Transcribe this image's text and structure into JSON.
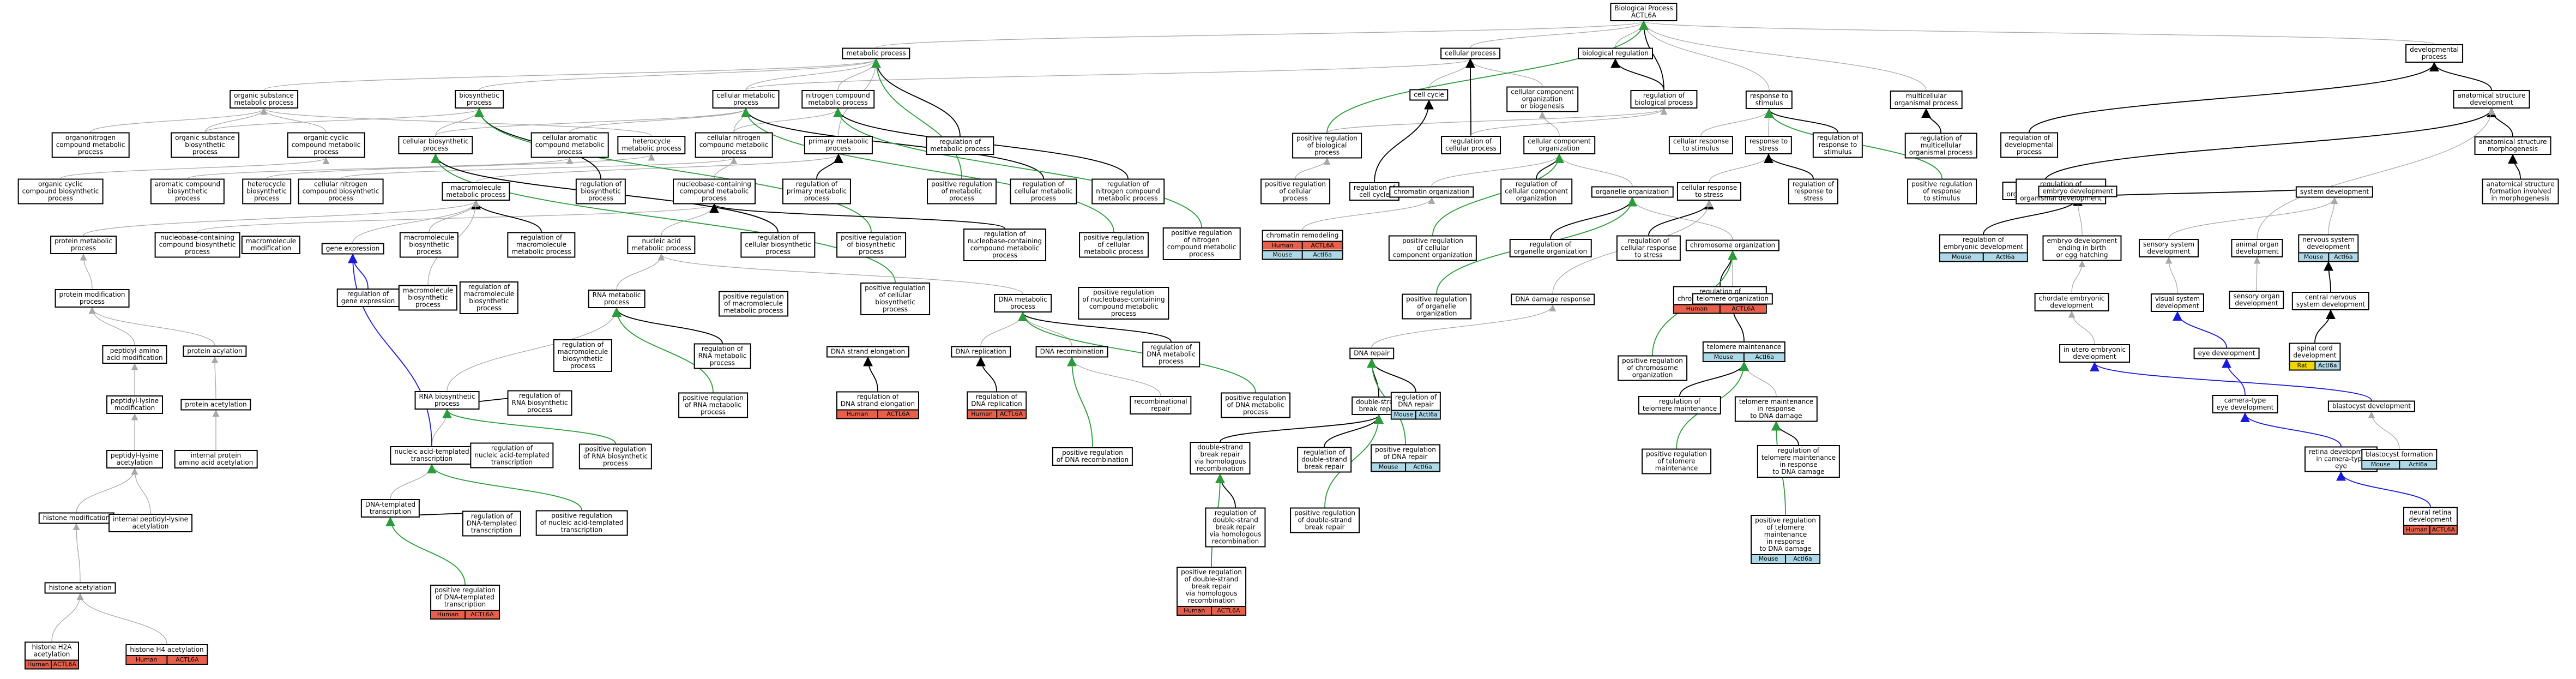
{
  "colors": {
    "human": "#E8604C",
    "mouse": "#ADD8E6",
    "rat": "#F2D600",
    "edge_is_a": "#a8a8a8",
    "edge_part_of": "#000000",
    "edge_positively_regulates": "#2a9d3a",
    "edge_negatively_regulates": "#d03030",
    "edge_regulates": "#1a1adc"
  },
  "nodes": [
    {
      "id": "bp",
      "label": "Biological Process\nACTL6A"
    },
    {
      "id": "metabolic",
      "label": "metabolic process"
    },
    {
      "id": "cellular_process",
      "label": "cellular process"
    },
    {
      "id": "bio_reg",
      "label": "biological regulation"
    },
    {
      "id": "reg_bio",
      "label": "regulation of\nbiological process"
    },
    {
      "id": "resp_stim",
      "label": "response to\nstimulus"
    },
    {
      "id": "multi_org",
      "label": "multicellular\norganismal process"
    },
    {
      "id": "dev_proc",
      "label": "developmental\nprocess"
    },
    {
      "id": "org_sub",
      "label": "organic substance\nmetabolic process"
    },
    {
      "id": "biosynth",
      "label": "biosynthetic\nprocess"
    },
    {
      "id": "cell_met",
      "label": "cellular metabolic\nprocess"
    },
    {
      "id": "nitrogen",
      "label": "nitrogen compound\nmetabolic process"
    },
    {
      "id": "cell_cycle",
      "label": "cell cycle"
    },
    {
      "id": "cc_org",
      "label": "cellular component\norganization\nor biogenesis"
    },
    {
      "id": "anat_dev",
      "label": "anatomical structure\ndevelopment"
    },
    {
      "id": "organonitrogen",
      "label": "organonitrogen\ncompound metabolic\nprocess"
    },
    {
      "id": "org_sub_bio",
      "label": "organic substance\nbiosynthetic\nprocess"
    },
    {
      "id": "org_cyclic",
      "label": "organic cyclic\ncompound metabolic\nprocess"
    },
    {
      "id": "cell_biosyn",
      "label": "cellular biosynthetic\nprocess"
    },
    {
      "id": "cell_arom",
      "label": "cellular aromatic\ncompound metabolic\nprocess"
    },
    {
      "id": "heterocycle",
      "label": "heterocycle\nmetabolic process"
    },
    {
      "id": "cell_nitro",
      "label": "cellular nitrogen\ncompound metabolic\nprocess"
    },
    {
      "id": "prim_met",
      "label": "primary metabolic\nprocess"
    },
    {
      "id": "reg_met",
      "label": "regulation of\nmetabolic process"
    },
    {
      "id": "pos_reg_bio",
      "label": "positive regulation\nof biological\nprocess"
    },
    {
      "id": "reg_cell_proc",
      "label": "regulation of\ncellular process"
    },
    {
      "id": "cc_organization",
      "label": "cellular component\norganization"
    },
    {
      "id": "cell_resp_stim",
      "label": "cellular response\nto stimulus"
    },
    {
      "id": "resp_stress",
      "label": "response to\nstress"
    },
    {
      "id": "reg_resp_stim",
      "label": "regulation of\nresponse to\nstimulus"
    },
    {
      "id": "reg_multi_org",
      "label": "regulation of\nmulticellular\norganismal process"
    },
    {
      "id": "reg_dev",
      "label": "regulation of\ndevelopmental\nprocess"
    },
    {
      "id": "multi_org_dev",
      "label": "multicellular\norganism development"
    },
    {
      "id": "anat_morph",
      "label": "anatomical structure\nmorphogenesis"
    },
    {
      "id": "org_cyc_bio",
      "label": "organic cyclic\ncompound biosynthetic\nprocess"
    },
    {
      "id": "arom_bio",
      "label": "aromatic compound\nbiosynthetic\nprocess"
    },
    {
      "id": "hetero_bio",
      "label": "heterocycle\nbiosynthetic\nprocess"
    },
    {
      "id": "cell_nitro_bio",
      "label": "cellular nitrogen\ncompound biosynthetic\nprocess"
    },
    {
      "id": "macromol",
      "label": "macromolecule\nmetabolic process"
    },
    {
      "id": "reg_cell_bio",
      "label": "regulation of\nbiosynthetic\nprocess"
    },
    {
      "id": "nucleobase",
      "label": "nucleobase-containing\ncompound metabolic\nprocess"
    },
    {
      "id": "reg_prim_met",
      "label": "regulation of\nprimary metabolic\nprocess"
    },
    {
      "id": "pos_reg_met",
      "label": "positive regulation\nof metabolic\nprocess"
    },
    {
      "id": "reg_cell_met",
      "label": "regulation of\ncellular metabolic\nprocess"
    },
    {
      "id": "reg_nitro_met",
      "label": "regulation of\nnitrogen compound\nmetabolic process"
    },
    {
      "id": "pos_reg_cell_proc",
      "label": "positive regulation\nof cellular\nprocess"
    },
    {
      "id": "reg_cell_cycle",
      "label": "regulation of\ncell cycle"
    },
    {
      "id": "chromatin_org",
      "label": "chromatin organization"
    },
    {
      "id": "reg_cc_org",
      "label": "regulation of\ncellular component\norganization"
    },
    {
      "id": "organelle_org",
      "label": "organelle organization"
    },
    {
      "id": "cell_resp_stress",
      "label": "cellular response\nto stress"
    },
    {
      "id": "reg_resp_stress",
      "label": "regulation of\nresponse to\nstress"
    },
    {
      "id": "pos_reg_resp_stim",
      "label": "positive regulation\nof response\nto stimulus"
    },
    {
      "id": "reg_multi_org_dev",
      "label": "regulation of\nmulticellular\norganismal development"
    },
    {
      "id": "embryo_dev",
      "label": "embryo development"
    },
    {
      "id": "system_dev",
      "label": "system development"
    },
    {
      "id": "anat_form",
      "label": "anatomical structure\nformation involved\nin morphogenesis"
    },
    {
      "id": "nucleobase_bio",
      "label": "nucleobase-containing\ncompound biosynthetic\nprocess"
    },
    {
      "id": "protein_met",
      "label": "protein metabolic\nprocess"
    },
    {
      "id": "macromol_mod",
      "label": "macromolecule\nmodification"
    },
    {
      "id": "macromol_bio",
      "label": "macromolecule\nbiosynthetic\nprocess"
    },
    {
      "id": "reg_macromol_met",
      "label": "regulation of\nmacromolecule\nmetabolic process"
    },
    {
      "id": "nucleic_acid",
      "label": "nucleic acid\nmetabolic process"
    },
    {
      "id": "reg_cell_biosyn",
      "label": "regulation of\ncellular biosynthetic\nprocess"
    },
    {
      "id": "pos_reg_bio_proc",
      "label": "positive regulation\nof biosynthetic\nprocess"
    },
    {
      "id": "reg_nucleobase",
      "label": "regulation of\nnucleobase-containing\ncompound metabolic\nprocess"
    },
    {
      "id": "pos_reg_cell_met",
      "label": "positive regulation\nof cellular\nmetabolic process"
    },
    {
      "id": "pos_reg_nitro",
      "label": "positive regulation\nof nitrogen\ncompound metabolic\nprocess"
    },
    {
      "id": "chromatin_remodel",
      "label": "chromatin remodeling",
      "tags": [
        "Human",
        "ACTL6A",
        "Mouse",
        "Actl6a"
      ]
    },
    {
      "id": "pos_reg_cc_org",
      "label": "positive regulation\nof cellular\ncomponent organization"
    },
    {
      "id": "reg_organelle_org",
      "label": "regulation of\norganelle organization"
    },
    {
      "id": "reg_cell_resp_stress",
      "label": "regulation of\ncellular response\nto stress"
    },
    {
      "id": "chromosome_org",
      "label": "chromosome organization"
    },
    {
      "id": "reg_embryonic_dev",
      "label": "regulation of\nembryonic development",
      "tags": [
        "Mouse",
        "Actl6a"
      ]
    },
    {
      "id": "embryo_dev_ending",
      "label": "embryo development\nending in birth\nor egg hatching"
    },
    {
      "id": "sensory_dev",
      "label": "sensory system\ndevelopment"
    },
    {
      "id": "animal_organ_dev",
      "label": "animal organ\ndevelopment"
    },
    {
      "id": "nervous_dev",
      "label": "nervous system\ndevelopment",
      "tags": [
        "Mouse",
        "Actl6a"
      ]
    },
    {
      "id": "protein_mod",
      "label": "protein modification\nprocess"
    },
    {
      "id": "gene_expr",
      "label": "gene expression"
    },
    {
      "id": "macromol_bio2",
      "label": "macromolecule\nbiosynthetic\nprocess"
    },
    {
      "id": "reg_macromol_bio",
      "label": "regulation of\nmacromolecule\nbiosynthetic\nprocess"
    },
    {
      "id": "rna_met",
      "label": "RNA metabolic\nprocess"
    },
    {
      "id": "pos_reg_cell_biosyn",
      "label": "positive regulation\nof cellular\nbiosynthetic\nprocess"
    },
    {
      "id": "pos_reg_macromol_met",
      "label": "positive regulation\nof macromolecule\nmetabolic process"
    },
    {
      "id": "dna_met",
      "label": "DNA metabolic\nprocess"
    },
    {
      "id": "pos_reg_nucleobase",
      "label": "positive regulation\nof nucleobase-containing\ncompound metabolic\nprocess"
    },
    {
      "id": "pos_reg_organelle_org",
      "label": "positive regulation\nof organelle\norganization"
    },
    {
      "id": "dna_damage_resp",
      "label": "DNA damage response"
    },
    {
      "id": "reg_chromosome_org",
      "label": "regulation of\nchromosome organization",
      "tags": [
        "Human",
        "ACTL6A"
      ]
    },
    {
      "id": "telomere_org",
      "label": "telomere organization"
    },
    {
      "id": "chordate_embryonic",
      "label": "chordate embryonic\ndevelopment"
    },
    {
      "id": "visual_dev",
      "label": "visual system\ndevelopment"
    },
    {
      "id": "sensory_organ_dev",
      "label": "sensory organ\ndevelopment"
    },
    {
      "id": "cns_dev",
      "label": "central nervous\nsystem development"
    },
    {
      "id": "peptidyl_amino",
      "label": "peptidyl-amino\nacid modification"
    },
    {
      "id": "protein_acyl",
      "label": "protein acylation"
    },
    {
      "id": "reg_gene_expr",
      "label": "regulation of\ngene expression"
    },
    {
      "id": "reg_macromol_bio2",
      "label": "regulation of\nmacromolecule\nbiosynthetic\nprocess"
    },
    {
      "id": "reg_rna_met",
      "label": "regulation of\nRNA metabolic\nprocess"
    },
    {
      "id": "dna_strand_elong",
      "label": "DNA strand elongation"
    },
    {
      "id": "dna_replication",
      "label": "DNA replication"
    },
    {
      "id": "dna_recomb",
      "label": "DNA recombination"
    },
    {
      "id": "reg_dna_met",
      "label": "regulation of\nDNA metabolic\nprocess"
    },
    {
      "id": "dna_repair",
      "label": "DNA repair"
    },
    {
      "id": "telomere_maint",
      "label": "telomere maintenance",
      "tags": [
        "Mouse",
        "Actl6a"
      ]
    },
    {
      "id": "pos_reg_chromosome_org",
      "label": "positive regulation\nof chromosome\norganization"
    },
    {
      "id": "in_utero",
      "label": "in utero embryonic\ndevelopment"
    },
    {
      "id": "eye_dev",
      "label": "eye development"
    },
    {
      "id": "spinal_cord_dev",
      "label": "spinal cord\ndevelopment",
      "tags": [
        "Rat",
        "Actl6a"
      ]
    },
    {
      "id": "peptidyl_lysine_mod",
      "label": "peptidyl-lysine\nmodification"
    },
    {
      "id": "protein_acetyl",
      "label": "protein acetylation"
    },
    {
      "id": "rna_bio",
      "label": "RNA biosynthetic\nprocess"
    },
    {
      "id": "reg_rna_bio",
      "label": "regulation of\nRNA biosynthetic\nprocess"
    },
    {
      "id": "pos_reg_rna_met",
      "label": "positive regulation\nof RNA metabolic\nprocess"
    },
    {
      "id": "reg_dna_strand_elong",
      "label": "regulation of\nDNA strand elongation",
      "tags": [
        "Human",
        "ACTL6A"
      ]
    },
    {
      "id": "reg_dna_replication",
      "label": "regulation of\nDNA replication",
      "tags": [
        "Human",
        "ACTL6A"
      ]
    },
    {
      "id": "recomb_repair",
      "label": "recombinational\nrepair"
    },
    {
      "id": "pos_reg_dna_met",
      "label": "positive regulation\nof DNA metabolic\nprocess"
    },
    {
      "id": "ds_break_repair",
      "label": "double-strand\nbreak repair"
    },
    {
      "id": "reg_dna_repair",
      "label": "regulation of\nDNA repair",
      "tags": [
        "Mouse",
        "Actl6a"
      ]
    },
    {
      "id": "reg_telomere_maint",
      "label": "regulation of\ntelomere maintenance"
    },
    {
      "id": "telomere_maint_dmg",
      "label": "telomere maintenance\nin response\nto DNA damage"
    },
    {
      "id": "camera_eye_dev",
      "label": "camera-type\neye development"
    },
    {
      "id": "blastocyst_dev",
      "label": "blastocyst development"
    },
    {
      "id": "peptidyl_lysine_acetyl",
      "label": "peptidyl-lysine\nacetylation"
    },
    {
      "id": "internal_protein_acetyl",
      "label": "internal protein\namino acid acetylation"
    },
    {
      "id": "nuc_templated_tx",
      "label": "nucleic acid-templated\ntranscription"
    },
    {
      "id": "reg_nuc_templated_tx",
      "label": "regulation of\nnucleic acid-templated\ntranscription"
    },
    {
      "id": "pos_reg_rna_bio",
      "label": "positive regulation\nof RNA biosynthetic\nprocess"
    },
    {
      "id": "pos_reg_dna_recomb",
      "label": "positive regulation\nof DNA recombination"
    },
    {
      "id": "ds_break_hr",
      "label": "double-strand\nbreak repair\nvia homologous\nrecombination"
    },
    {
      "id": "reg_ds_break",
      "label": "regulation of\ndouble-strand\nbreak repair"
    },
    {
      "id": "pos_reg_dna_repair",
      "label": "positive regulation\nof DNA repair",
      "tags": [
        "Mouse",
        "Actl6a"
      ]
    },
    {
      "id": "pos_reg_telomere_maint",
      "label": "positive regulation\nof telomere\nmaintenance"
    },
    {
      "id": "reg_telomere_maint_dmg",
      "label": "regulation of\ntelomere maintenance\nin response\nto DNA damage"
    },
    {
      "id": "retina_dev",
      "label": "retina development\nin camera-type\neye"
    },
    {
      "id": "blastocyst_form",
      "label": "blastocyst formation",
      "tags": [
        "Mouse",
        "Actl6a"
      ]
    },
    {
      "id": "histone_mod",
      "label": "histone modification"
    },
    {
      "id": "internal_peptidyl_lysine",
      "label": "internal peptidyl-lysine\nacetylation"
    },
    {
      "id": "dna_templated_tx",
      "label": "DNA-templated\ntranscription"
    },
    {
      "id": "reg_dna_templated_tx",
      "label": "regulation of\nDNA-templated\ntranscription"
    },
    {
      "id": "pos_reg_nuc_tx",
      "label": "positive regulation\nof nucleic acid-templated\ntranscription"
    },
    {
      "id": "reg_ds_break_hr",
      "label": "regulation of\ndouble-strand\nbreak repair\nvia homologous\nrecombination"
    },
    {
      "id": "pos_reg_ds_break",
      "label": "positive regulation\nof double-strand\nbreak repair"
    },
    {
      "id": "pos_reg_telomere_dmg",
      "label": "positive regulation\nof telomere\nmaintenance\nin response\nto DNA damage",
      "tags": [
        "Mouse",
        "Actl6a"
      ]
    },
    {
      "id": "neural_retina_dev",
      "label": "neural retina\ndevelopment",
      "tags": [
        "Human",
        "ACTL6A"
      ]
    },
    {
      "id": "histone_acetyl",
      "label": "histone acetylation"
    },
    {
      "id": "pos_reg_dna_tx",
      "label": "positive regulation\nof DNA-templated\ntranscription",
      "tags": [
        "Human",
        "ACTL6A"
      ]
    },
    {
      "id": "pos_reg_ds_break_hr",
      "label": "positive regulation\nof double-strand\nbreak repair\nvia homologous\nrecombination",
      "tags": [
        "Human",
        "ACTL6A"
      ]
    },
    {
      "id": "h2a_acetyl",
      "label": "histone H2A\nacetylation",
      "tags": [
        "Human",
        "ACTL6A"
      ]
    },
    {
      "id": "h4_acetyl",
      "label": "histone H4 acetylation",
      "tags": [
        "Human",
        "ACTL6A"
      ]
    }
  ]
}
